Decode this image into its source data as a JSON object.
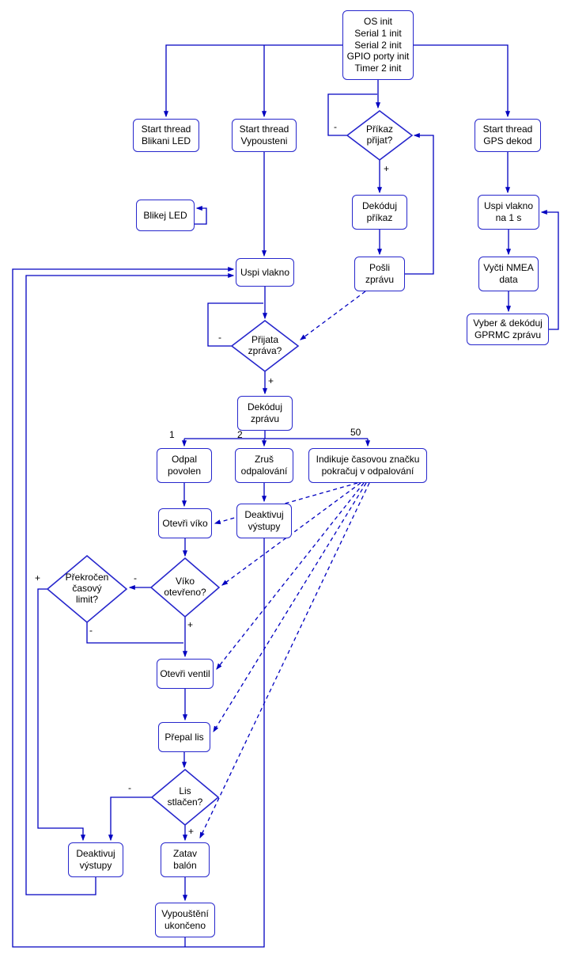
{
  "diagram": {
    "colors": {
      "line": "#0000c0",
      "border": "#2626cc",
      "text": "#000000",
      "bg": "#ffffff"
    },
    "nodes": {
      "os_init": "OS init\nSerial 1 init\nSerial 2 init\nGPIO porty init\nTimer 2 init",
      "start_blikani": "Start thread\nBlikani LED",
      "start_vypousteni": "Start thread\nVypousteni",
      "prikaz_prijat": "Příkaz\npřijat?",
      "start_gps": "Start thread\nGPS dekod",
      "blikej_led": "Blikej LED",
      "dekoduj_prikaz": "Dekóduj\npříkaz",
      "uspi_na_1s": "Uspi vlakno\nna 1 s",
      "uspi_vlakno": "Uspi vlakno",
      "posli_zpravu": "Pošli\nzprávu",
      "vycti_nmea": "Vyčti NMEA\ndata",
      "vyber_gprmc": "Vyber & dekóduj\nGPRMC zprávu",
      "prijata_zprava": "Přijata\nzpráva?",
      "dekoduj_zpravu": "Dekóduj\nzprávu",
      "odpal_povolen": "Odpal\npovolen",
      "zrus_odpalovani": "Zruš\nodpalování",
      "indikuje": "Indikuje časovou značku\npokračuj v odpalování",
      "otevri_viko": "Otevři víko",
      "deaktivuj_vystupy_a": "Deaktivuj\nvýstupy",
      "viko_otevreno": "Víko\notevřeno?",
      "prekrocen_limit": "Překročen\nčasový\nlimit?",
      "otevri_ventil": "Otevři ventil",
      "prepal_lis": "Přepal lis",
      "lis_stlacen": "Lis\nstlačen?",
      "zatav_balon": "Zatav\nbalón",
      "deaktivuj_vystupy_b": "Deaktivuj\nvýstupy",
      "vypousteni_ukonceno": "Vypouštění\nukončeno"
    },
    "edge_labels": {
      "plus": "+",
      "minus": "-",
      "branch_1": "1",
      "branch_2": "2",
      "branch_50": "50"
    }
  }
}
